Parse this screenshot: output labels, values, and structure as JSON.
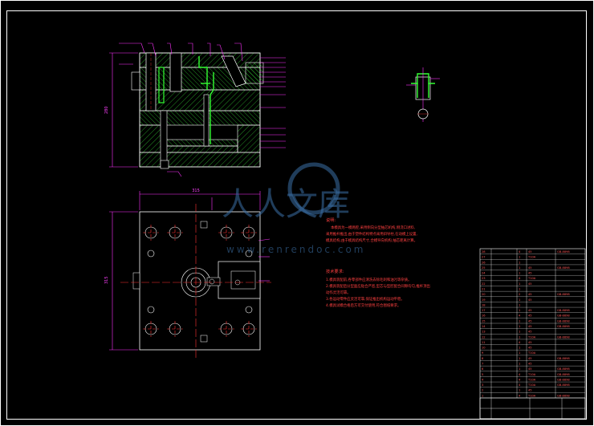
{
  "watermark": {
    "brand": "人人文库",
    "url": "www.renrendoc.com"
  },
  "notes": {
    "heading_1": "说明:",
    "line_1": "本模具为一模两腔,采用侧向分型抽芯机构,侧浇口进料,",
    "line_2": "采用推杆推出,由于塑件结构特点采用斜导柱,在动模上设置,",
    "line_3": "模具结构,由于模具结构尺寸,合模导向机构,抽芯距离计算。",
    "heading_2": "技术要求:",
    "req_1": "1.模具装配前,各零部件应清洗去除毛刺和油污等杂质。",
    "req_2": "2.模具装配后分型面应贴合严密,型芯与型腔配合间隙均匀,推杆顶出",
    "req_3": "  动作灵活可靠。",
    "req_4": "3.各运动零件应灵活可靠,保证推出机构运动平稳。",
    "req_5": "4.模具试模合格后方可交付使用,符合图纸要求。"
  },
  "dimensions": {
    "front_height": "280",
    "front_width": "315",
    "top_height": "315"
  },
  "bom": {
    "rows": [
      [
        "28",
        "",
        "4",
        "45",
        "GB-8898"
      ],
      [
        "27",
        "",
        "1",
        "T10A",
        ""
      ],
      [
        "26",
        "",
        "1",
        "",
        ""
      ],
      [
        "25",
        "",
        "1",
        "45",
        "GB-8898"
      ],
      [
        "24",
        "",
        "1",
        "45",
        ""
      ],
      [
        "23",
        "",
        "4",
        "T10A",
        ""
      ],
      [
        "22",
        "",
        "1",
        "45",
        ""
      ],
      [
        "21",
        "",
        "1",
        "",
        ""
      ],
      [
        "20",
        "",
        "2",
        "45",
        "GB-8898"
      ],
      [
        "19",
        "",
        "1",
        "45",
        ""
      ],
      [
        "18",
        "",
        "1",
        "",
        ""
      ],
      [
        "17",
        "",
        "1",
        "45",
        "GB-8898"
      ],
      [
        "16",
        "",
        "4",
        "45",
        "GB-8898"
      ],
      [
        "15",
        "",
        "1",
        "45",
        "GB-8898"
      ],
      [
        "14",
        "",
        "1",
        "45",
        "GB-8898"
      ],
      [
        "13",
        "",
        "1",
        "45",
        ""
      ],
      [
        "12",
        "",
        "1",
        "T10A",
        "GB-8898"
      ],
      [
        "11",
        "",
        "4",
        "45",
        ""
      ],
      [
        "10",
        "",
        "1",
        "45",
        ""
      ],
      [
        "9",
        "",
        "1",
        "T10A",
        ""
      ],
      [
        "8",
        "",
        "1",
        "45",
        "GB-8898"
      ],
      [
        "7",
        "",
        "1",
        "45",
        ""
      ],
      [
        "6",
        "",
        "1",
        "45",
        "GB-8898"
      ],
      [
        "5",
        "",
        "4",
        "T10A",
        "GB-8898"
      ],
      [
        "4",
        "",
        "4",
        "T10A",
        "GB-8898"
      ],
      [
        "3",
        "",
        "4",
        "T10A",
        "GB-8898"
      ],
      [
        "2",
        "",
        "1",
        "45",
        ""
      ],
      [
        "1",
        "",
        "4",
        "T10A",
        "GB-8898"
      ]
    ]
  }
}
